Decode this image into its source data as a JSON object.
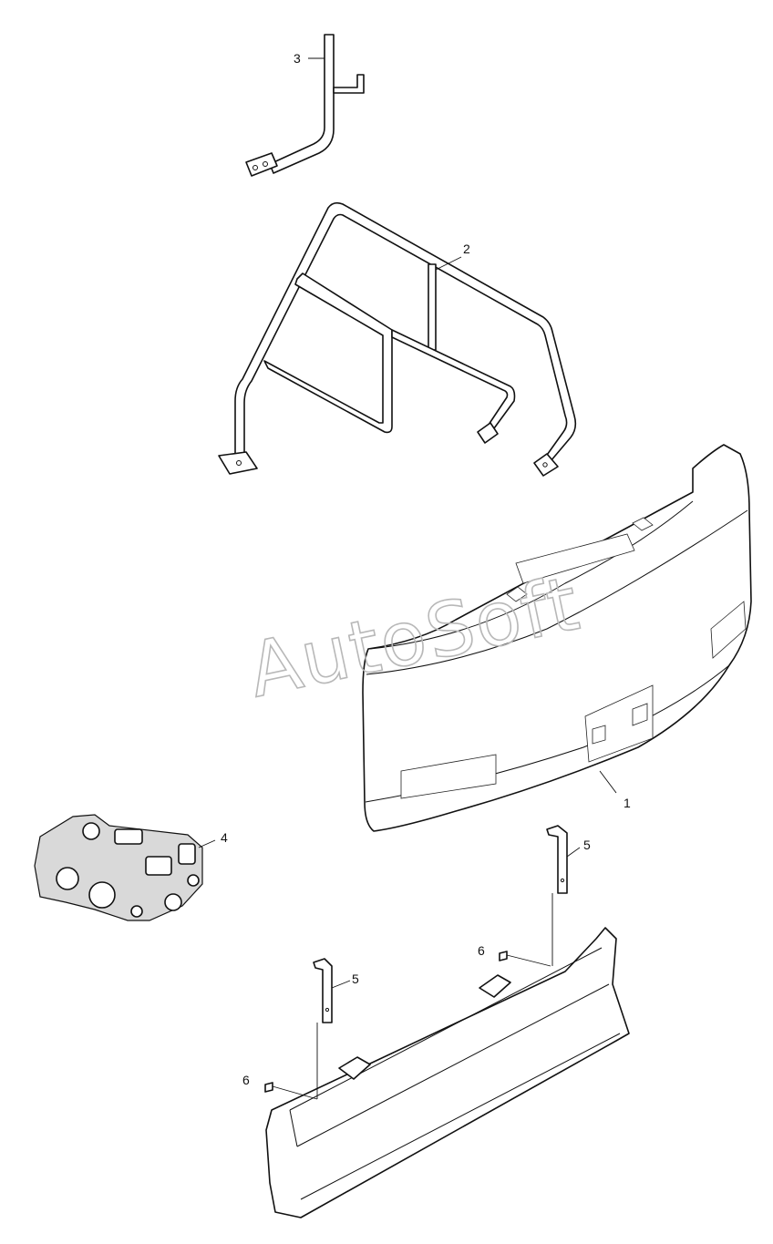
{
  "callouts": {
    "c1": "1",
    "c2": "2",
    "c3": "3",
    "c4": "4",
    "c5a": "5",
    "c5b": "5",
    "c6a": "6",
    "c6b": "6"
  },
  "watermark": "AutoSoft"
}
